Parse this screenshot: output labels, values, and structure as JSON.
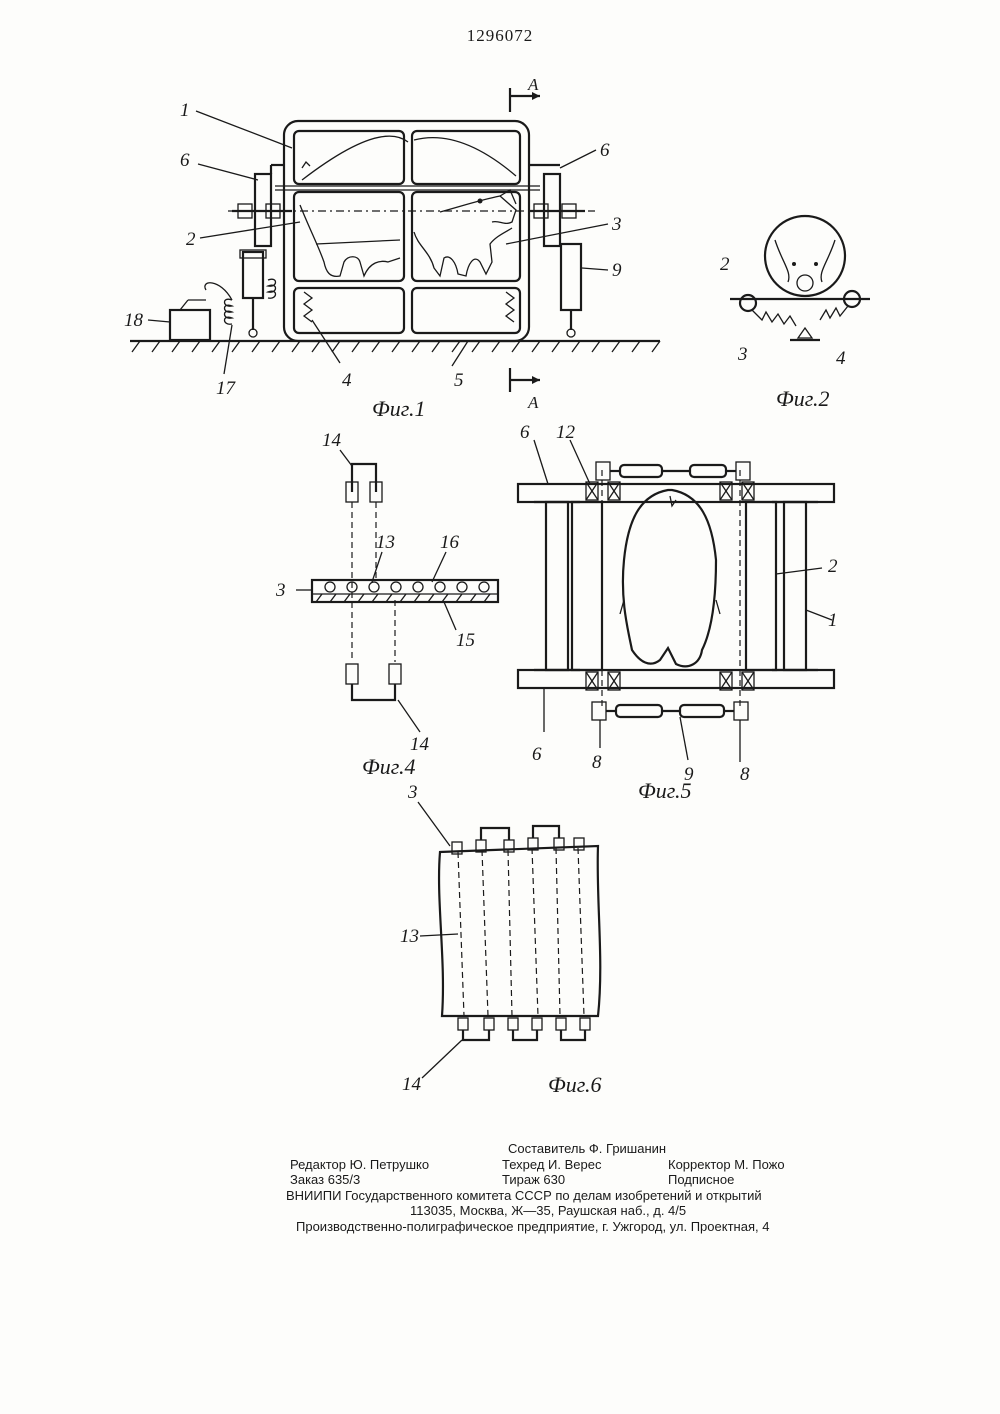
{
  "header": {
    "patent_number": "1296072"
  },
  "figures": {
    "fig1": {
      "caption": "Фиг.1",
      "section_letter": "А",
      "labels": [
        "1",
        "6",
        "6",
        "2",
        "3",
        "9",
        "18",
        "17",
        "4",
        "5"
      ]
    },
    "fig2": {
      "caption": "Фиг.2",
      "labels": [
        "2",
        "3",
        "4"
      ]
    },
    "fig4": {
      "caption": "Фиг.4",
      "labels": [
        "14",
        "13",
        "16",
        "3",
        "15",
        "14"
      ]
    },
    "fig5": {
      "caption": "Фиг.5",
      "labels": [
        "6",
        "12",
        "2",
        "1",
        "6",
        "8",
        "9",
        "8"
      ]
    },
    "fig6": {
      "caption": "Фиг.6",
      "labels": [
        "3",
        "13",
        "14"
      ]
    }
  },
  "imprint": {
    "compiler": "Составитель Ф. Гришанин",
    "editor": "Редактор Ю. Петрушко",
    "techred": "Техред И. Верес",
    "corrector": "Корректор М. Пожо",
    "order": "Заказ 635/3",
    "circulation": "Тираж 630",
    "subscription": "Подписное",
    "org": "ВНИИПИ Государственного комитета СССР по делам изобретений и открытий",
    "address": "113035, Москва, Ж—35, Раушская наб., д. 4/5",
    "printer": "Производственно-полиграфическое предприятие, г. Ужгород, ул. Проектная, 4"
  }
}
